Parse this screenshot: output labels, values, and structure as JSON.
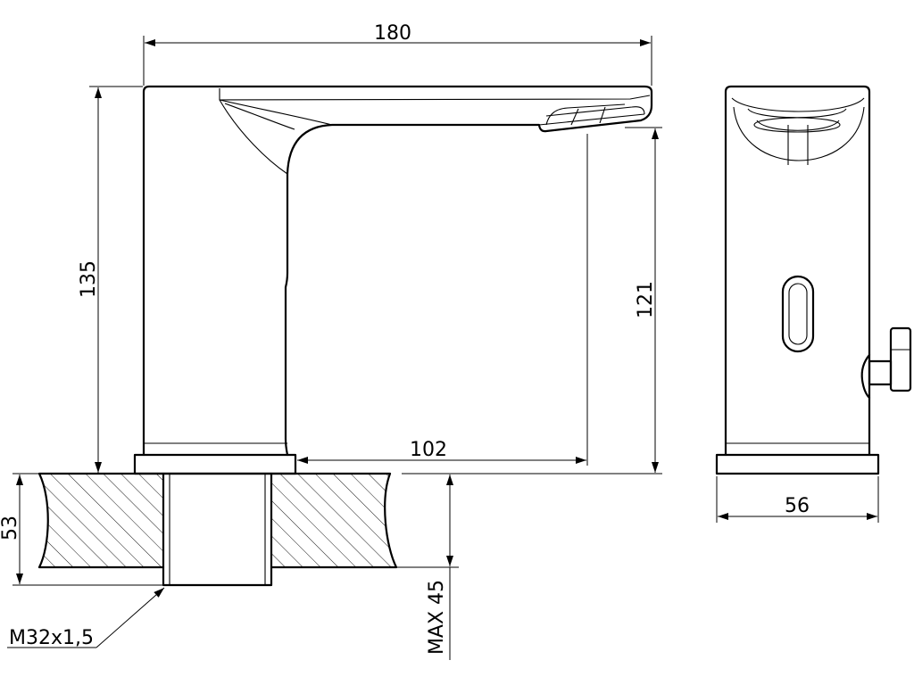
{
  "dimensions": {
    "overall_length": "180",
    "overall_height": "135",
    "outlet_height": "121",
    "spout_reach": "102",
    "body_width": "56",
    "mounting_thickness": "53",
    "max_counter": "MAX 45",
    "thread": "M32x1,5"
  }
}
